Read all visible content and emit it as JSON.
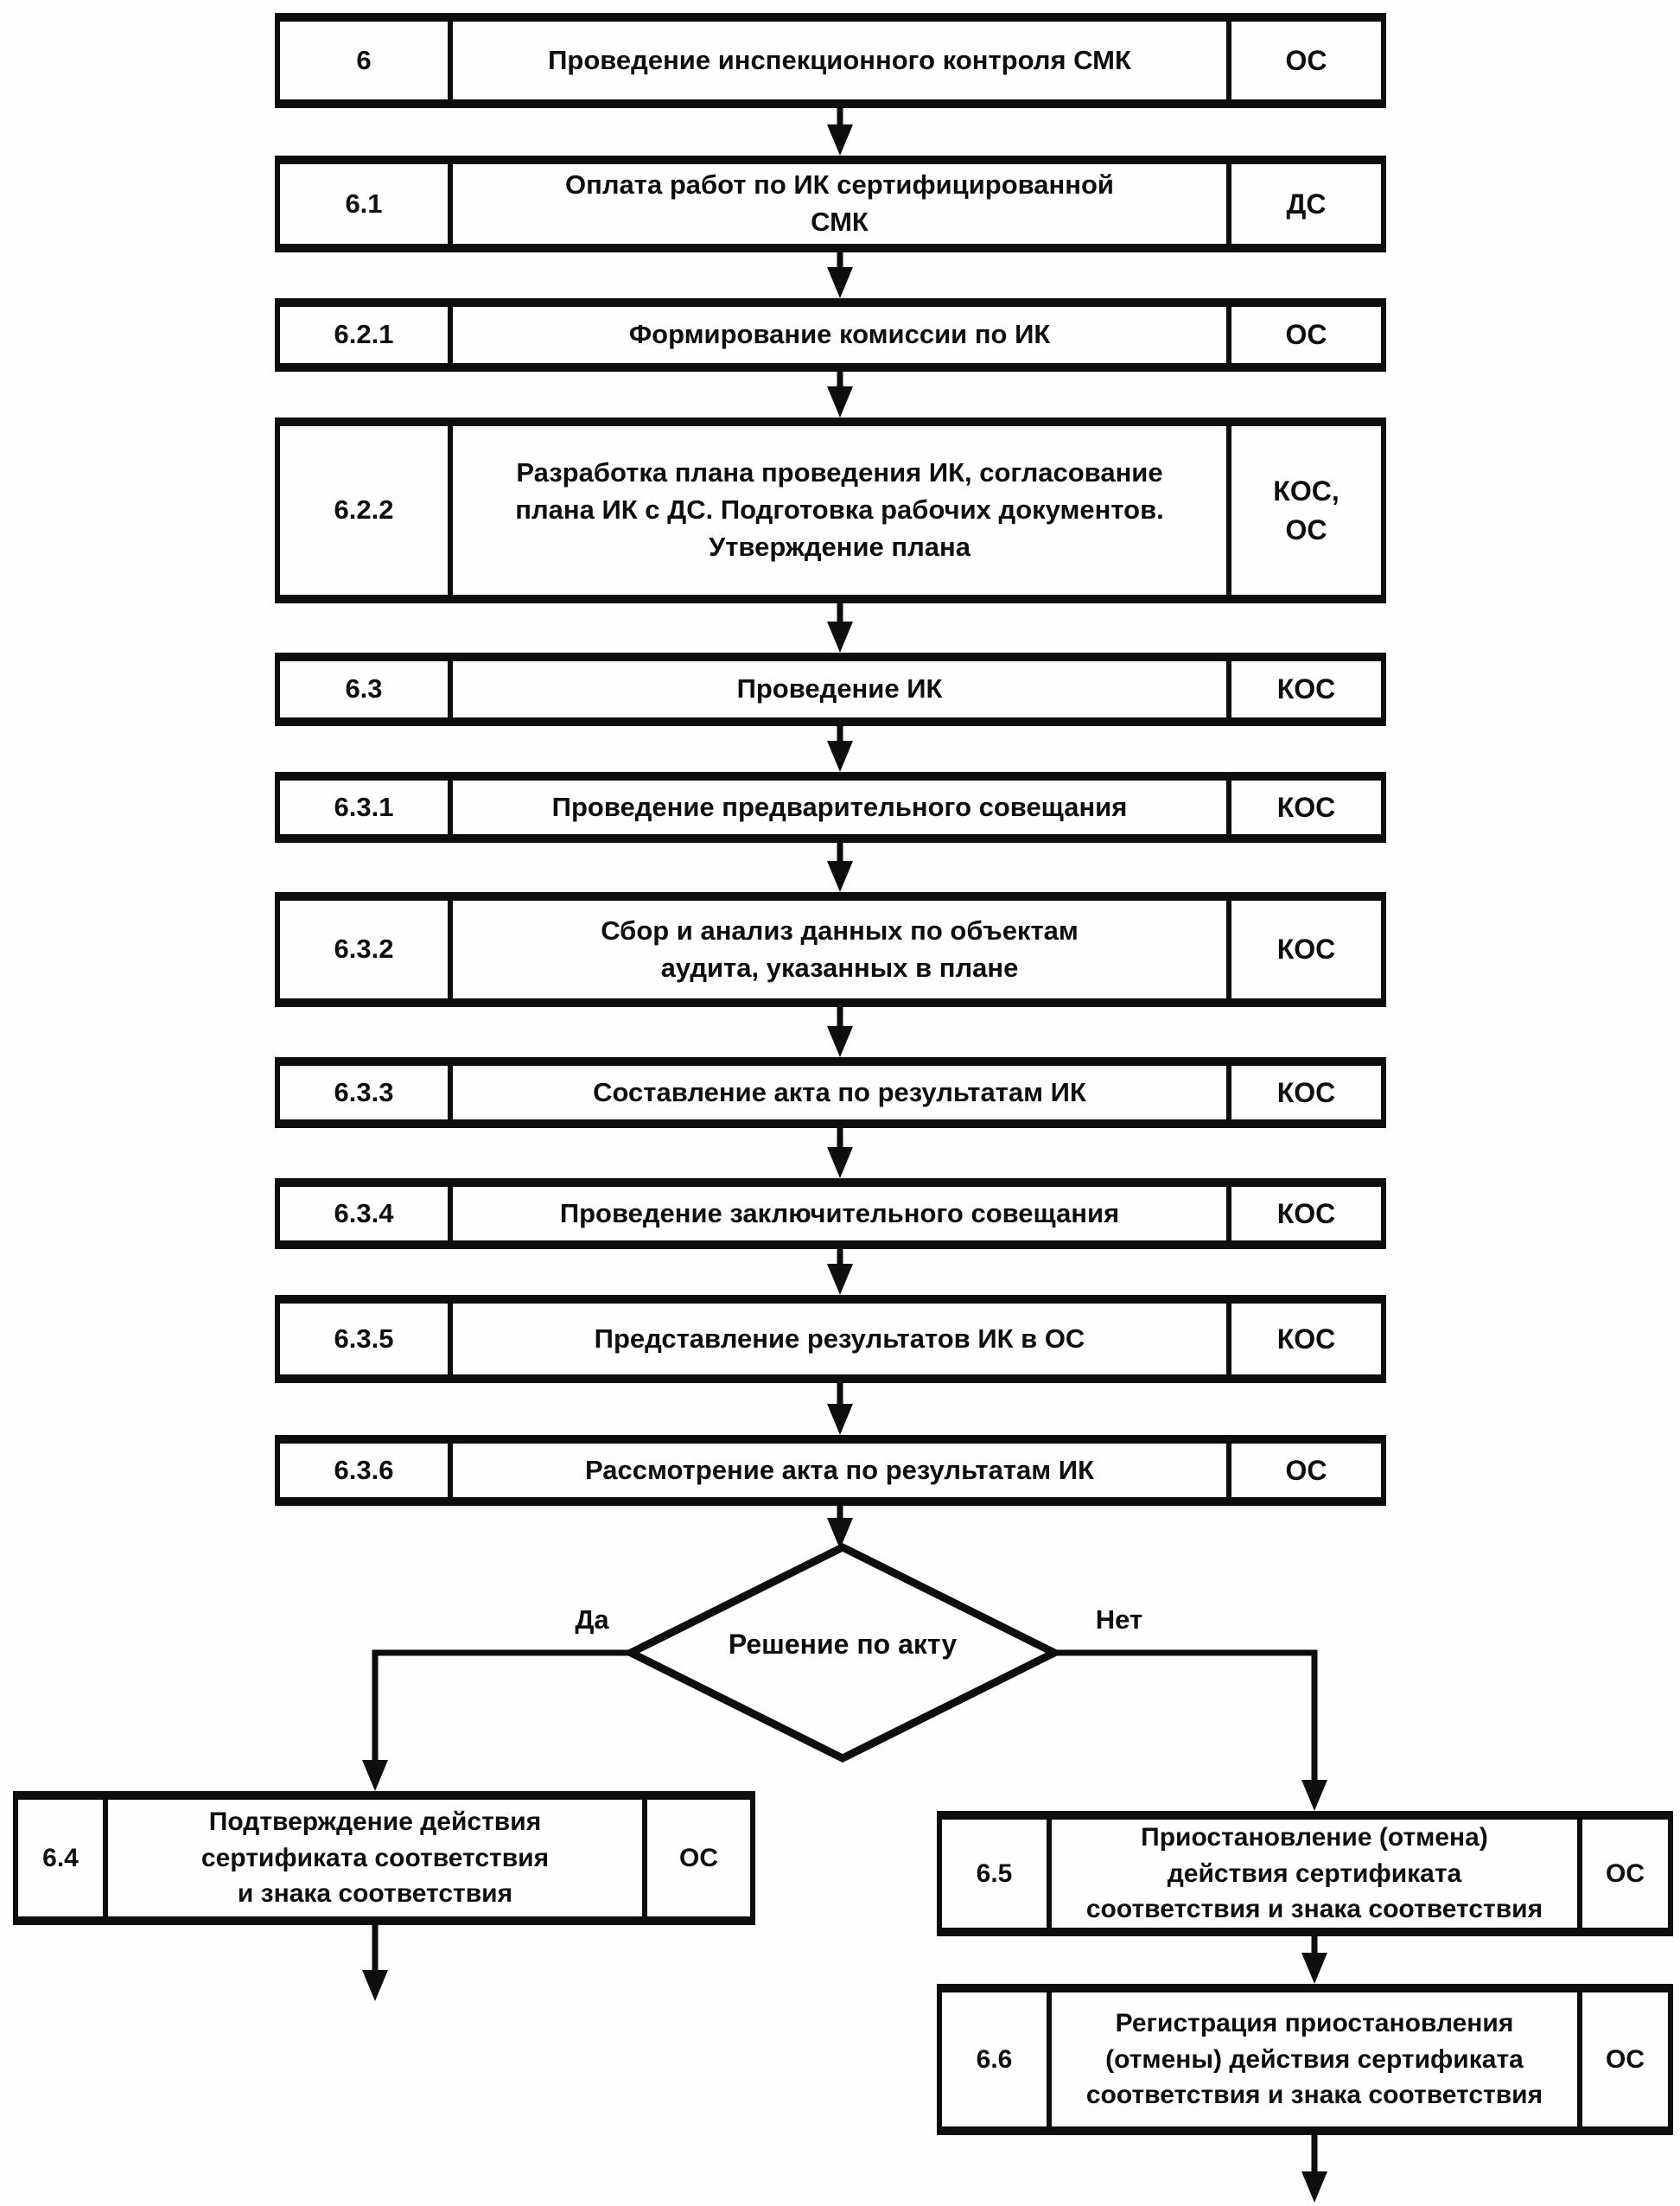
{
  "flowchart": {
    "background": "#fefefe",
    "ink_color": "#0e0e0e",
    "rows": [
      {
        "id": "6",
        "text": "Проведение инспекционного контроля СМК",
        "role": "ОС"
      },
      {
        "id": "6.1",
        "text": "Оплата работ по ИК сертифицированной\nСМК",
        "role": "ДС"
      },
      {
        "id": "6.2.1",
        "text": "Формирование комиссии по ИК",
        "role": "ОС"
      },
      {
        "id": "6.2.2",
        "text": "Разработка плана проведения ИК, согласование\nплана ИК с ДС. Подготовка рабочих документов.\nУтверждение плана",
        "role": "КОС,\nОС"
      },
      {
        "id": "6.3",
        "text": "Проведение ИК",
        "role": "КОС"
      },
      {
        "id": "6.3.1",
        "text": "Проведение предварительного совещания",
        "role": "КОС"
      },
      {
        "id": "6.3.2",
        "text": "Сбор и анализ данных по объектам\nаудита, указанных в плане",
        "role": "КОС"
      },
      {
        "id": "6.3.3",
        "text": "Составление акта по результатам ИК",
        "role": "КОС"
      },
      {
        "id": "6.3.4",
        "text": "Проведение заключительного совещания",
        "role": "КОС"
      },
      {
        "id": "6.3.5",
        "text": "Представление результатов ИК в ОС",
        "role": "КОС"
      },
      {
        "id": "6.3.6",
        "text": "Рассмотрение акта по результатам ИК",
        "role": "ОС"
      }
    ],
    "decision": {
      "text": "Решение по акту",
      "yes_label": "Да",
      "no_label": "Нет"
    },
    "branch_yes": {
      "id": "6.4",
      "text": "Подтверждение действия\nсертификата соответствия\nи знака соответствия",
      "role": "ОС"
    },
    "branch_no": [
      {
        "id": "6.5",
        "text": "Приостановление (отмена)\nдействия сертификата\nсоответствия и знака соответствия",
        "role": "ОС"
      },
      {
        "id": "6.6",
        "text": "Регистрация приостановления\n(отмены) действия сертификата\nсоответствия и знака соответствия",
        "role": "ОС"
      }
    ]
  }
}
